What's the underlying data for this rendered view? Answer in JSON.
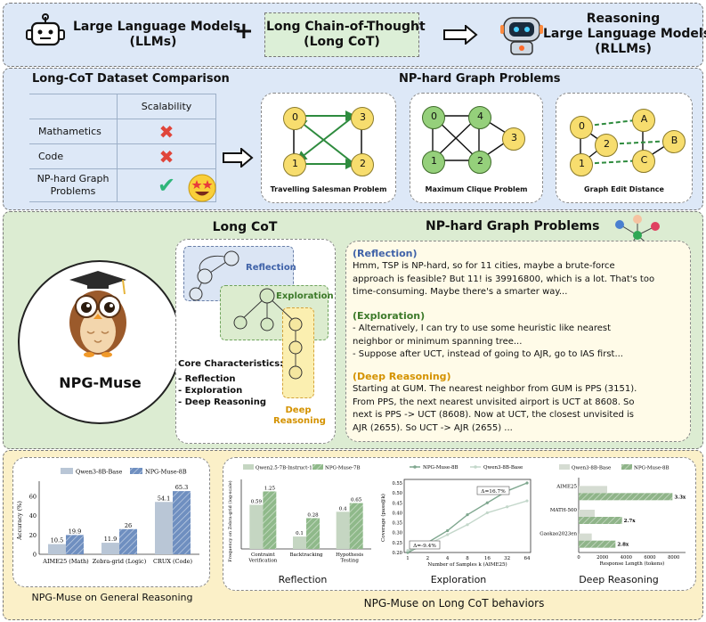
{
  "top": {
    "llm": "Large Language Models\n(LLMs)",
    "plus": "+",
    "longcot": "Long Chain-of-Thought\n(Long CoT)",
    "rllm": "Reasoning\nLarge Language Models\n(RLLMs)"
  },
  "dataset": {
    "title": "Long-CoT Dataset Comparison",
    "header": "Scalability",
    "rows": [
      {
        "label": "Mathametics",
        "mark": "✖"
      },
      {
        "label": "Code",
        "mark": "✖"
      },
      {
        "label": "NP-hard Graph\nProblems",
        "mark": "✔"
      }
    ]
  },
  "graphs": {
    "title": "NP-hard Graph Problems",
    "tsp": {
      "caption": "Travelling Salesman Problem",
      "nodes": [
        "0",
        "3",
        "1",
        "2"
      ]
    },
    "clique": {
      "caption": "Maximum Clique Problem",
      "nodes": [
        "0",
        "4",
        "3",
        "1",
        "2"
      ]
    },
    "ged": {
      "caption": "Graph Edit Distance",
      "nodes": [
        "0",
        "2",
        "1",
        "A",
        "B",
        "C"
      ]
    }
  },
  "middle": {
    "model_name": "NPG-Muse",
    "longcot_title": "Long CoT",
    "labels": {
      "reflection": "Reflection",
      "exploration": "Exploration",
      "deep": "Deep\nReasoning"
    },
    "core_title": "Core Characteristics:",
    "core_items": [
      "- Reflection",
      "- Exploration",
      "- Deep Reasoning"
    ],
    "np_title": "NP-hard Graph Problems",
    "reflection_head": "(Reflection)",
    "reflection_text": "Hmm, TSP is NP-hard, so for 11 cities, maybe a brute-force\napproach is feasible? But 11! is 39916800, which is a lot. That's too\ntime-consuming. Maybe there's a smarter way...",
    "exploration_head": "(Exploration)",
    "exploration_text": "- Alternatively, I can try to use some heuristic like nearest\nneighbor or minimum spanning tree...\n- Suppose after UCT, instead of going to AJR, go to IAS first...",
    "deep_head": "(Deep Reasoning)",
    "deep_text": "Starting at GUM. The nearest neighbor from GUM is PPS (3151).\nFrom PPS, the next nearest unvisited airport is UCT at 8608. So\nnext is PPS -> UCT (8608). Now at UCT, the closest unvisited is\nAJR (2655). So UCT -> AJR (2655) ..."
  },
  "bottom": {
    "general_caption": "NPG-Muse on General Reasoning",
    "longcot_caption": "NPG-Muse on Long CoT behaviors",
    "reflection_caption": "Reflection",
    "exploration_caption": "Exploration",
    "deep_caption": "Deep Reasoning"
  },
  "chart_data": [
    {
      "type": "bar",
      "ylabel": "Accuracy (%)",
      "categories": [
        "AIME25 (Math)",
        "Zebra-grid (Logic)",
        "CRUX (Code)"
      ],
      "ylim": [
        0,
        70
      ],
      "yticks": [
        "0",
        "20",
        "40",
        "60"
      ],
      "series": [
        {
          "name": "Qwen3-8B-Base",
          "values": [
            10.5,
            11.9,
            54.1
          ],
          "color": "#b9c6d6"
        },
        {
          "name": "NPG-Muse-8B",
          "values": [
            19.9,
            26.0,
            65.3
          ],
          "color": "#6f8fc0"
        }
      ]
    },
    {
      "type": "bar",
      "ylabel": "Frequency on Zebra-grid (log-scale)",
      "categories": [
        "Contraint\nVerification",
        "Backtracking",
        "Hypothesis\nTesting"
      ],
      "series": [
        {
          "name": "Qwen2.5-7B-Instruct-1M",
          "values": [
            0.59,
            0.1,
            0.4
          ],
          "color": "#c5d6c2"
        },
        {
          "name": "NPG-Muse-7B",
          "values": [
            1.25,
            0.28,
            0.65
          ],
          "color": "#8fb98a"
        }
      ]
    },
    {
      "type": "line",
      "xlabel": "Number of Samples k (AIME25)",
      "ylabel": "Coverage (pass@k)",
      "x": [
        "1",
        "2",
        "4",
        "8",
        "16",
        "32",
        "64"
      ],
      "ylim": [
        0.2,
        0.55
      ],
      "yticks": [
        "0.20",
        "0.25",
        "0.30",
        "0.35",
        "0.40",
        "0.45",
        "0.50",
        "0.55"
      ],
      "annotations": [
        "Δ=16.7%",
        "Δ=-9.4%"
      ],
      "series": [
        {
          "name": "NPG-Muse-8B",
          "values": [
            0.2,
            0.25,
            0.31,
            0.39,
            0.45,
            0.51,
            0.55
          ],
          "color": "#7fa78f"
        },
        {
          "name": "Qwen3-8B-Base",
          "values": [
            0.21,
            0.24,
            0.29,
            0.34,
            0.4,
            0.43,
            0.46
          ],
          "color": "#c3d7ca"
        }
      ]
    },
    {
      "type": "bar",
      "orientation": "horizontal",
      "xlabel": "Response Length (tokens)",
      "categories": [
        "AIME25",
        "MATH-500",
        "Gaokao2023en"
      ],
      "xlim": [
        0,
        9000
      ],
      "xticks": [
        "0",
        "2000",
        "4000",
        "6000",
        "8000"
      ],
      "series": [
        {
          "name": "Qwen3-8B-Base",
          "values": [
            2400,
            1350,
            1100
          ],
          "color": "#d5dcd2"
        },
        {
          "name": "NPG-Muse-8B",
          "values": [
            7900,
            3650,
            3100
          ],
          "color": "#8fb489"
        }
      ],
      "ratios": [
        "3.3x",
        "2.7x",
        "2.8x"
      ]
    }
  ]
}
